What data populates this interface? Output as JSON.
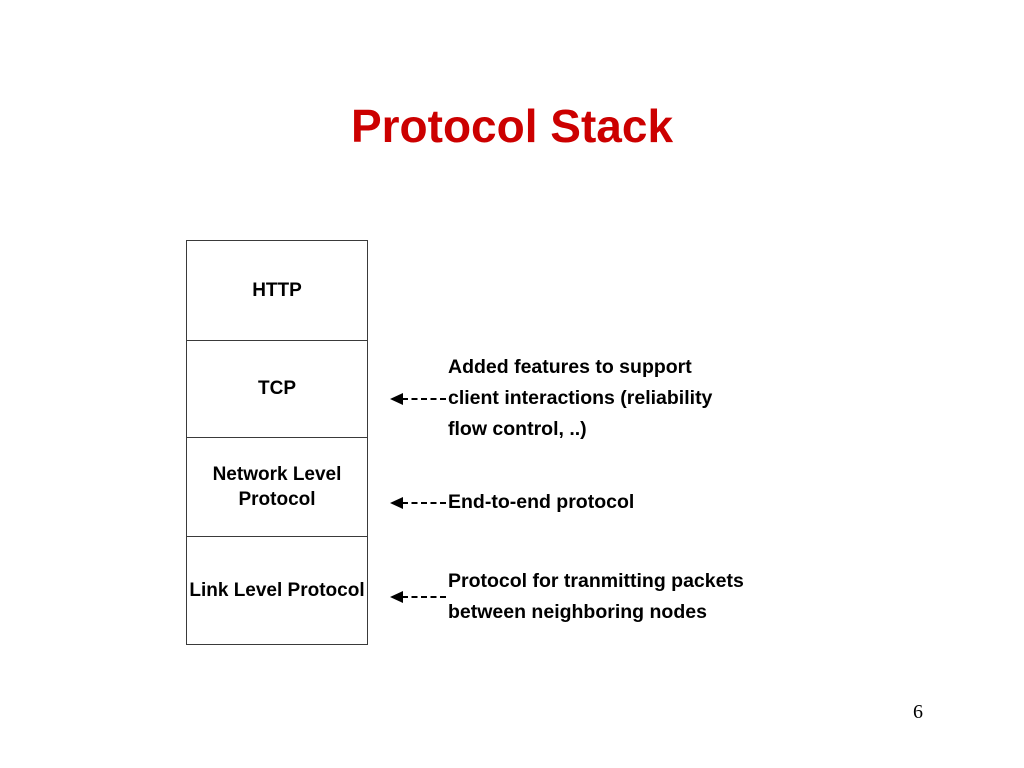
{
  "slide": {
    "title": "Protocol Stack",
    "title_color": "#cc0000",
    "page_number": "6",
    "background_color": "#ffffff"
  },
  "stack": {
    "border_color": "#3a3a3a",
    "layers": [
      {
        "label": "HTTP"
      },
      {
        "label": "TCP"
      },
      {
        "label": "Network Level\nProtocol"
      },
      {
        "label": "Link Level\nProtocol"
      }
    ]
  },
  "annotations": [
    {
      "arrow": "dashed-left-arrow",
      "target_layer": "TCP",
      "text": "Added features to support\nclient interactions (reliability\nflow control, ..)"
    },
    {
      "arrow": "dashed-left-arrow",
      "target_layer": "Network Level Protocol",
      "text": "End-to-end protocol"
    },
    {
      "arrow": "dashed-left-arrow",
      "target_layer": "Link Level Protocol",
      "text": "Protocol for tranmitting packets\nbetween neighboring nodes"
    }
  ]
}
